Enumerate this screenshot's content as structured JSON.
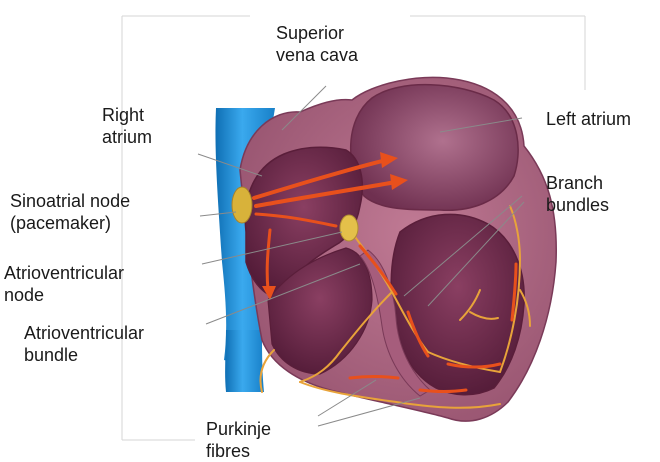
{
  "labels": {
    "superior_vena_cava": [
      "Superior",
      "vena cava"
    ],
    "right_atrium": [
      "Right",
      "atrium"
    ],
    "left_atrium": [
      "Left atrium"
    ],
    "sinoatrial_node": [
      "Sinoatrial node",
      "(pacemaker)"
    ],
    "branch_bundles": [
      "Branch",
      "bundles"
    ],
    "atrioventricular_node": [
      "Atrioventricular",
      "node"
    ],
    "atrioventricular_bundle": [
      "Atrioventricular",
      "bundle"
    ],
    "purkinje_fibres": [
      "Purkinje",
      "fibres"
    ]
  },
  "colors": {
    "vessel": "#1f8fd6",
    "heart_wall": "#b46a86",
    "chamber": "#6e2a4c",
    "conduction_fibre": "#e8a33a",
    "impulse_arrow": "#e8501c",
    "node": "#d8b23a",
    "leader_line": "#8a8a8a"
  }
}
